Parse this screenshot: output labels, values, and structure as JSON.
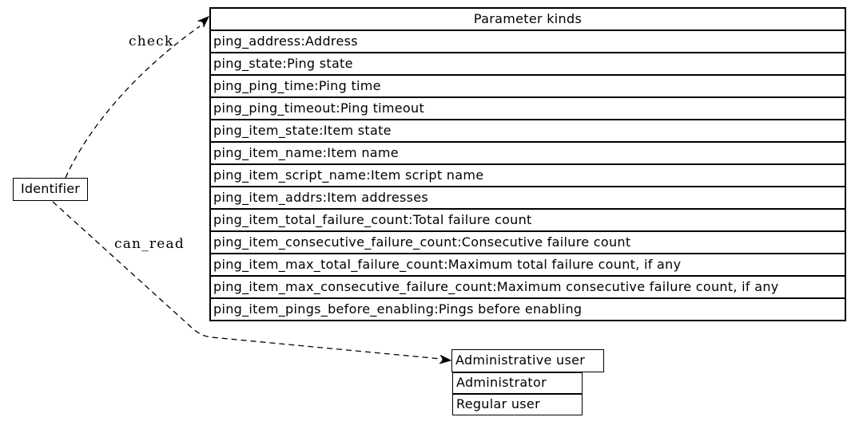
{
  "colors": {
    "background": "#ffffff",
    "line": "#000000",
    "text": "#000000"
  },
  "identifier_node": {
    "label": "Identifier"
  },
  "edges": [
    {
      "label": "check",
      "from": "Identifier",
      "to": "Parameter kinds",
      "style": "dashed-arrow"
    },
    {
      "label": "can_read",
      "from": "Identifier",
      "to": "Administrative user",
      "style": "dashed-arrow"
    }
  ],
  "parameter_table": {
    "title": "Parameter kinds",
    "rows": [
      "ping_address:Address",
      "ping_state:Ping state",
      "ping_ping_time:Ping time",
      "ping_ping_timeout:Ping timeout",
      "ping_item_state:Item state",
      "ping_item_name:Item name",
      "ping_item_script_name:Item script name",
      "ping_item_addrs:Item addresses",
      "ping_item_total_failure_count:Total failure count",
      "ping_item_consecutive_failure_count:Consecutive failure count",
      "ping_item_max_total_failure_count:Maximum total failure count, if any",
      "ping_item_max_consecutive_failure_count:Maximum consecutive failure count, if any",
      "ping_item_pings_before_enabling:Pings before enabling"
    ]
  },
  "admin_table": {
    "title": "Administrative user",
    "rows": [
      "Administrator",
      "Regular user"
    ]
  }
}
